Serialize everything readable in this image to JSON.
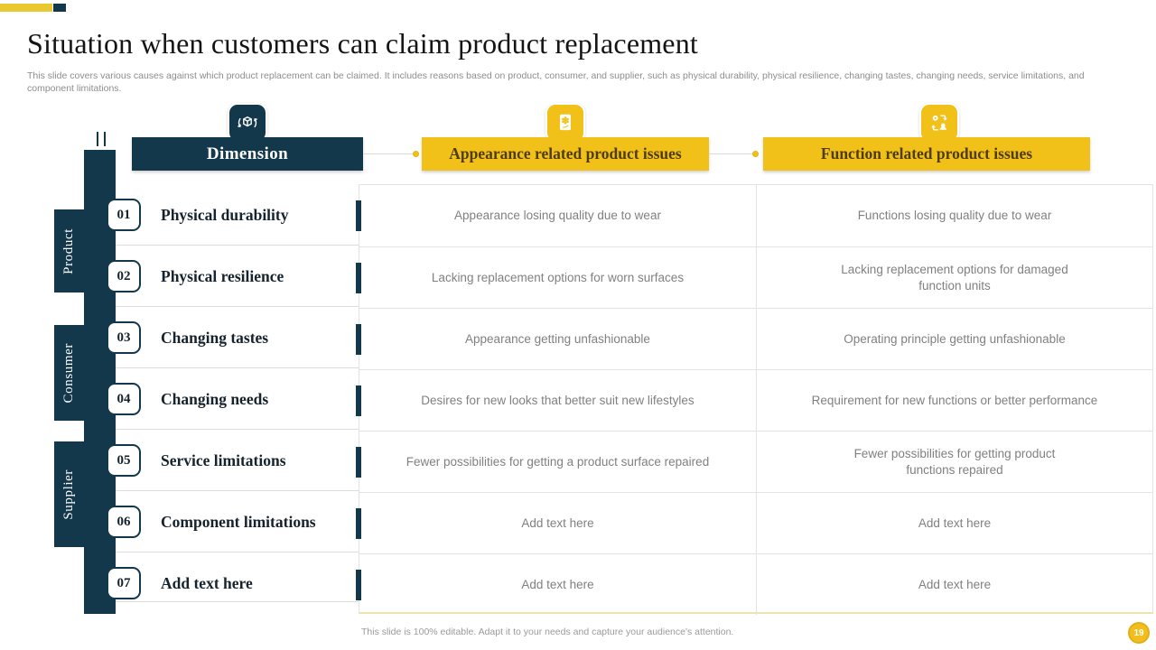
{
  "slide": {
    "title": "Situation when customers can claim product replacement",
    "subtitle": "This slide covers various causes against which product replacement can be claimed.  It includes reasons based on product, consumer, and supplier, such as physical durability, physical resilience, changing tastes, changing needs, service limitations, and\ncomponent limitations.",
    "footer": "This slide is 100% editable. Adapt it to your needs and capture your audience's attention.",
    "page_number": "19"
  },
  "columns": {
    "dimension": {
      "label": "Dimension",
      "icon": "cube-replace-icon"
    },
    "appearance": {
      "label": "Appearance related product issues",
      "icon": "flower-card-icon"
    },
    "function": {
      "label": "Function related product issues",
      "icon": "user-exchange-icon"
    }
  },
  "groups": {
    "product": {
      "label": "Product"
    },
    "consumer": {
      "label": "Consumer"
    },
    "supplier": {
      "label": "Supplier"
    }
  },
  "rows": [
    {
      "num": "01",
      "dimension": "Physical durability",
      "appearance": "Appearance losing quality due to wear",
      "function": "Functions losing quality due to wear"
    },
    {
      "num": "02",
      "dimension": "Physical resilience",
      "appearance": "Lacking replacement options for worn surfaces",
      "function": "Lacking replacement options for damaged\nfunction units"
    },
    {
      "num": "03",
      "dimension": "Changing tastes",
      "appearance": "Appearance getting unfashionable",
      "function": "Operating principle getting unfashionable"
    },
    {
      "num": "04",
      "dimension": "Changing needs",
      "appearance": "Desires for new looks that better suit new lifestyles",
      "function": "Requirement for new functions or better performance"
    },
    {
      "num": "05",
      "dimension": "Service limitations",
      "appearance": "Fewer possibilities for getting a product surface repaired",
      "function": "Fewer possibilities for getting product\nfunctions repaired"
    },
    {
      "num": "06",
      "dimension": "Component limitations",
      "appearance": "Add text here",
      "function": "Add text here"
    },
    {
      "num": "07",
      "dimension": "Add text here",
      "appearance": "Add text here",
      "function": "Add text here"
    }
  ],
  "colors": {
    "navy": "#13384C",
    "yellow": "#F2C119",
    "header_text_on_yellow": "#4F3C05",
    "table_text": "#808080",
    "subtitle_text": "#8D8D8D"
  }
}
